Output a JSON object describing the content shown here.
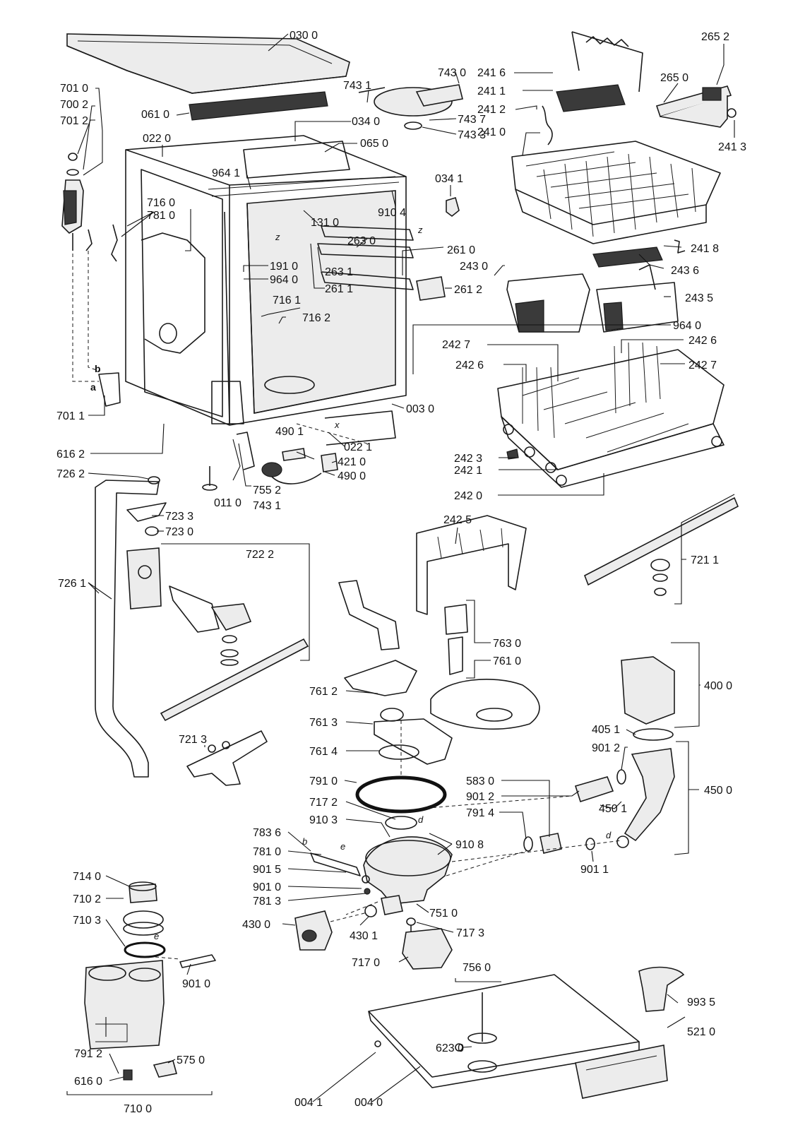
{
  "parts": {
    "p0300": "030 0",
    "p7010": "701 0",
    "p7002": "700 2",
    "p7012": "701 2",
    "p0610": "061 0",
    "p0340": "034 0",
    "p7431a": "743 1",
    "p7430": "743 0",
    "p7437": "743 7",
    "p7433": "743 3",
    "p2416": "241 6",
    "p2411": "241 1",
    "p2412": "241 2",
    "p2410": "241 0",
    "p2652": "265 2",
    "p2650": "265 0",
    "p2413": "241 3",
    "p0220": "022 0",
    "p0650": "065 0",
    "p9641": "964 1",
    "p0341": "034 1",
    "p9104": "910 4",
    "p7160": "716 0",
    "p7810a": "781 0",
    "p1310": "131 0",
    "p2630": "263 0",
    "p2610": "261 0",
    "p2418": "241 8",
    "p1910": "191 0",
    "p9640a": "964 0",
    "p2631": "263 1",
    "p2611": "261 1",
    "p2612": "261 2",
    "p2430": "243 0",
    "p2436": "243 6",
    "p7161": "716 1",
    "p7162": "716 2",
    "p2435": "243 5",
    "p9640b": "964 0",
    "p2427a": "242 7",
    "p2426a": "242 6",
    "p2426b": "242 6",
    "p2427b": "242 7",
    "p0030": "003 0",
    "p7011": "701 1",
    "p0221": "022 1",
    "p4901": "490 1",
    "p6162": "616 2",
    "p4210": "421 0",
    "p4900": "490 0",
    "p2423": "242 3",
    "p2421": "242 1",
    "p7262": "726 2",
    "p0110": "011 0",
    "p7552": "755 2",
    "p7431b": "743 1",
    "p2420": "242 0",
    "p7233": "723 3",
    "p7230": "723 0",
    "p2425": "242 5",
    "p7222": "722 2",
    "p7211": "721 1",
    "p7261": "726 1",
    "p7630": "763 0",
    "p7610": "761 0",
    "p4000": "400 0",
    "p7612": "761 2",
    "p7613": "761 3",
    "p7213": "721 3",
    "p4051": "405 1",
    "p9012a": "901 2",
    "p7614": "761 4",
    "p7910": "791 0",
    "p5830": "583 0",
    "p9012b": "901 2",
    "p4500": "450 0",
    "p4501": "450 1",
    "p7172": "717 2",
    "p9103": "910 3",
    "p7914": "791 4",
    "p7836": "783 6",
    "p9108": "910 8",
    "p7810b": "781 0",
    "p9011": "901 1",
    "p9015": "901 5",
    "p7140": "714 0",
    "p9010": "901 0",
    "p7813": "781 3",
    "p7102": "710 2",
    "p7510": "751 0",
    "p4300": "430 0",
    "p4301": "430 1",
    "p7103": "710 3",
    "p7173": "717 3",
    "p9010b": "901 0",
    "p7170": "717 0",
    "p7560": "756 0",
    "p7912": "791 2",
    "p5750": "575 0",
    "p6160": "616 0",
    "p6230": "623 0",
    "p9935": "993 5",
    "p5210": "521 0",
    "p7100": "710 0",
    "p0041": "004 1",
    "p0040": "004 0"
  },
  "letters": {
    "z1": "z",
    "z2": "z",
    "x": "x",
    "a": "a",
    "b1": "b",
    "b2": "b",
    "e1": "e",
    "e2": "e",
    "d1": "d",
    "d2": "d"
  }
}
